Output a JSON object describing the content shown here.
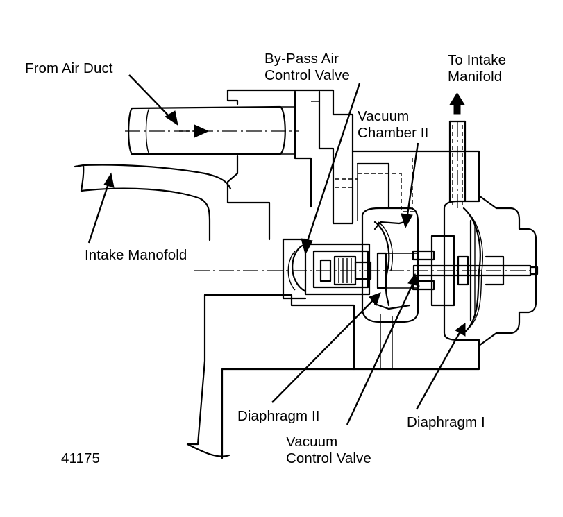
{
  "labels": {
    "from_air_duct": "From Air Duct",
    "bypass_line1": "By-Pass Air",
    "bypass_line2": "Control Valve",
    "to_intake_line1": "To Intake",
    "to_intake_line2": "Manifold",
    "vacuum_chamber_line1": "Vacuum",
    "vacuum_chamber_line2": "Chamber II",
    "intake_manofold": "Intake Manofold",
    "diaphragm_ii": "Diaphragm II",
    "diaphragm_i": "Diaphragm I",
    "vacuum_control_line1": "Vacuum",
    "vacuum_control_line2": "Control Valve",
    "figure_number": "41175"
  },
  "colors": {
    "ink": "#000000",
    "background": "#ffffff"
  }
}
